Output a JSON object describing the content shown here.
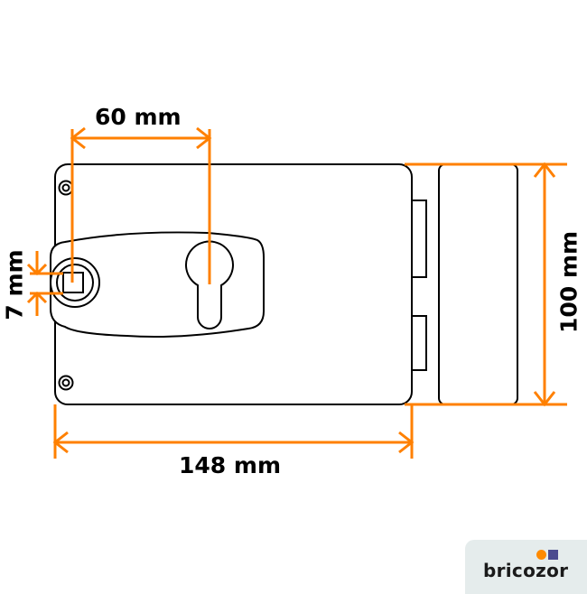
{
  "diagram": {
    "subject": "rim lock with keep (strike box)",
    "stroke_color": "#000000",
    "dimension_color": "#ff8000",
    "dimensions": {
      "backset": "60 mm",
      "spindle": "7 mm",
      "width": "148 mm",
      "height": "100 mm"
    }
  },
  "brand": {
    "name": "bricozor",
    "dot_colors": {
      "orange": "#ff8a00",
      "purple": "#4b4b8f"
    },
    "background": "#e5ecec"
  }
}
